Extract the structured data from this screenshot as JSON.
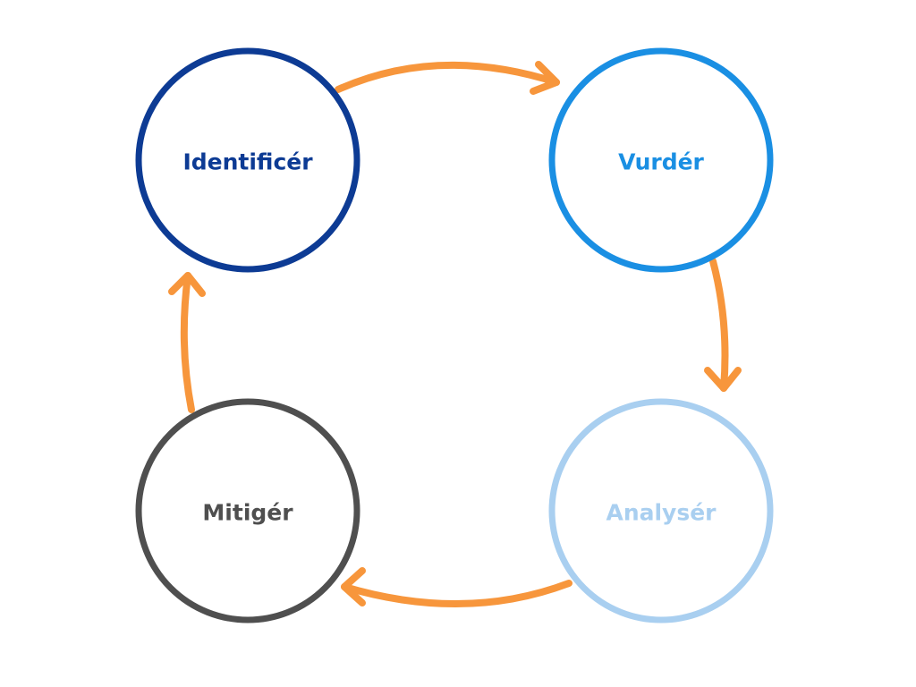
{
  "diagram": {
    "type": "cycle",
    "stages": [
      {
        "label": "Identificér",
        "color": "#0D3B94"
      },
      {
        "label": "Vurdér",
        "color": "#1A8FE3"
      },
      {
        "label": "Analysér",
        "color": "#A9CFF0"
      },
      {
        "label": "Mitigér",
        "color": "#4F4F4F"
      }
    ],
    "arrow_color": "#F7963C",
    "flow": [
      {
        "from": "Identificér",
        "to": "Vurdér"
      },
      {
        "from": "Vurdér",
        "to": "Analysér"
      },
      {
        "from": "Analysér",
        "to": "Mitigér"
      },
      {
        "from": "Mitigér",
        "to": "Identificér"
      }
    ]
  }
}
